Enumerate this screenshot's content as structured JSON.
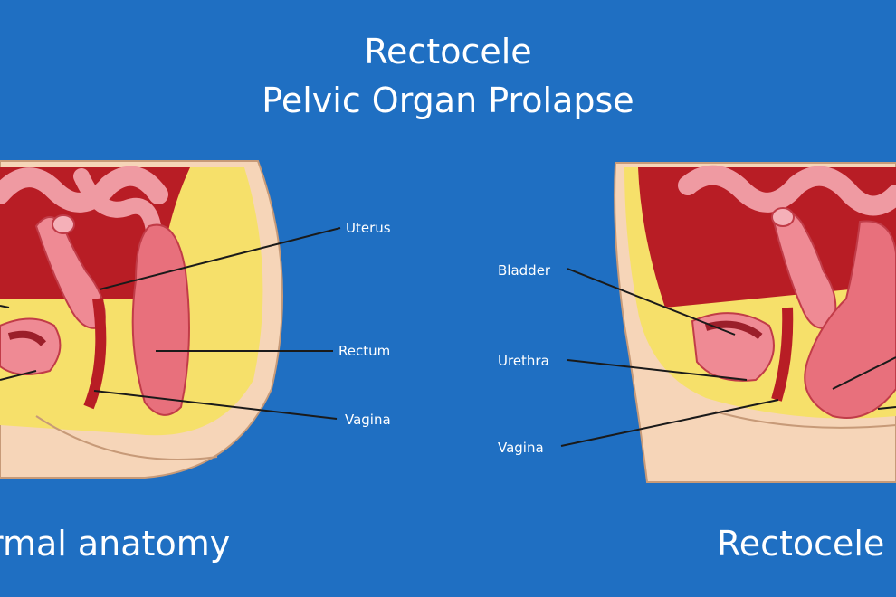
{
  "title": {
    "line1": "Rectocele",
    "line2": "Pelvic Organ Prolapse"
  },
  "left_panel": {
    "caption": "rmal anatomy",
    "labels": {
      "uterus": "Uterus",
      "rectum": "Rectum",
      "vagina": "Vagina"
    }
  },
  "right_panel": {
    "caption": "Rectocele",
    "labels": {
      "bladder": "Bladder",
      "urethra": "Urethra",
      "vagina": "Vagina"
    }
  },
  "colors": {
    "background": "#1f6fc2",
    "skin": "#f6d5b8",
    "fat": "#f6e06a",
    "cavity": "#b81d25",
    "organ": "#ef8a94",
    "organ_dark": "#c13c48"
  }
}
